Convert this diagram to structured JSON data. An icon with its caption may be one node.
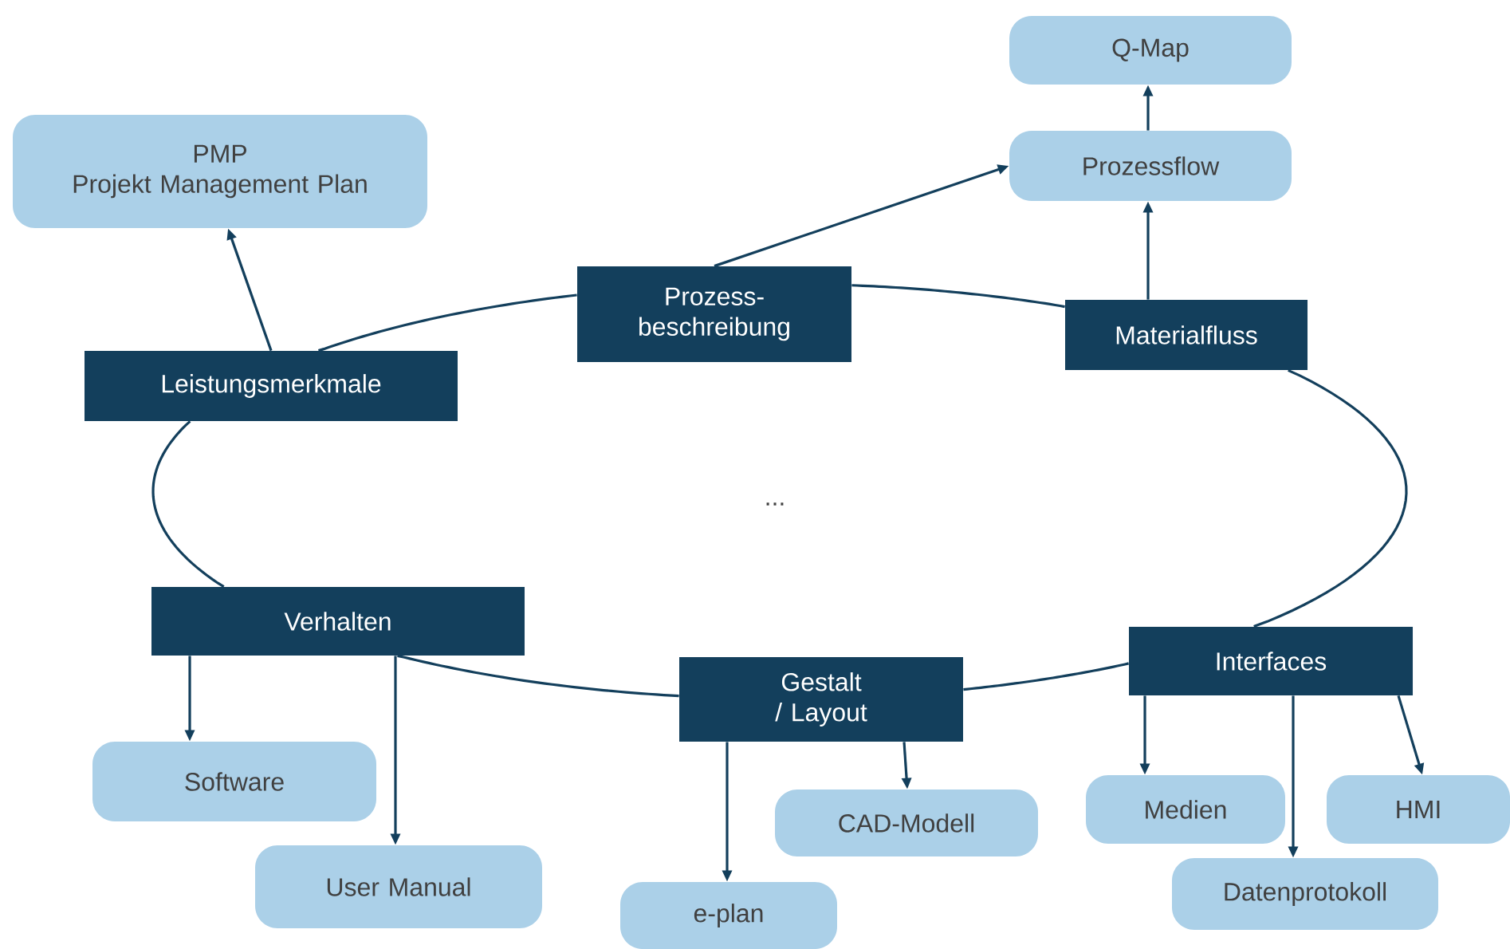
{
  "diagram": {
    "nodes": [
      {
        "text": [
          "Q-Map"
        ]
      },
      {
        "text": [
          "PMP",
          "Projekt Management Plan"
        ]
      },
      {
        "text": [
          "Prozessflow"
        ]
      },
      {
        "text": [
          "Prozess- beschreibung"
        ]
      },
      {
        "text": [
          "Materialfluss"
        ]
      },
      {
        "text": [
          "Leistungsmerkmale"
        ]
      },
      {
        "text": [
          "Verhalten"
        ]
      },
      {
        "text": [
          "Gestalt / Layout"
        ]
      },
      {
        "text": [
          "Interfaces"
        ]
      },
      {
        "text": [
          "Software"
        ]
      },
      {
        "text": [
          "CAD-Modell"
        ]
      },
      {
        "text": [
          "Medien"
        ]
      },
      {
        "text": [
          "HMI"
        ]
      },
      {
        "text": [
          "User Manual"
        ]
      },
      {
        "text": [
          "Datenprotokoll"
        ]
      },
      {
        "text": [
          "e-plan"
        ]
      }
    ],
    "edges": [
      {
        "from": 3,
        "to": 4,
        "arrow": "none"
      },
      {
        "from": 4,
        "to": 8,
        "arrow": "none"
      },
      {
        "from": 8,
        "to": 7,
        "arrow": "none"
      },
      {
        "from": 7,
        "to": 6,
        "arrow": "none"
      },
      {
        "from": 6,
        "to": 5,
        "arrow": "none"
      },
      {
        "from": 5,
        "to": 3,
        "arrow": "none"
      },
      {
        "from": 5,
        "to": 1,
        "arrow": "to"
      },
      {
        "from": 3,
        "to": 2,
        "arrow": "to"
      },
      {
        "from": 4,
        "to": 2,
        "arrow": "to"
      },
      {
        "from": 2,
        "to": 0,
        "arrow": "to"
      },
      {
        "from": 6,
        "to": 9,
        "arrow": "to"
      },
      {
        "from": 6,
        "to": 13,
        "arrow": "to"
      },
      {
        "from": 7,
        "to": 15,
        "arrow": "to"
      },
      {
        "from": 7,
        "to": 10,
        "arrow": "to"
      },
      {
        "from": 8,
        "to": 11,
        "arrow": "to"
      },
      {
        "from": 8,
        "to": 14,
        "arrow": "to"
      },
      {
        "from": 8,
        "to": 12,
        "arrow": "to"
      }
    ],
    "labels": [
      "..."
    ]
  }
}
